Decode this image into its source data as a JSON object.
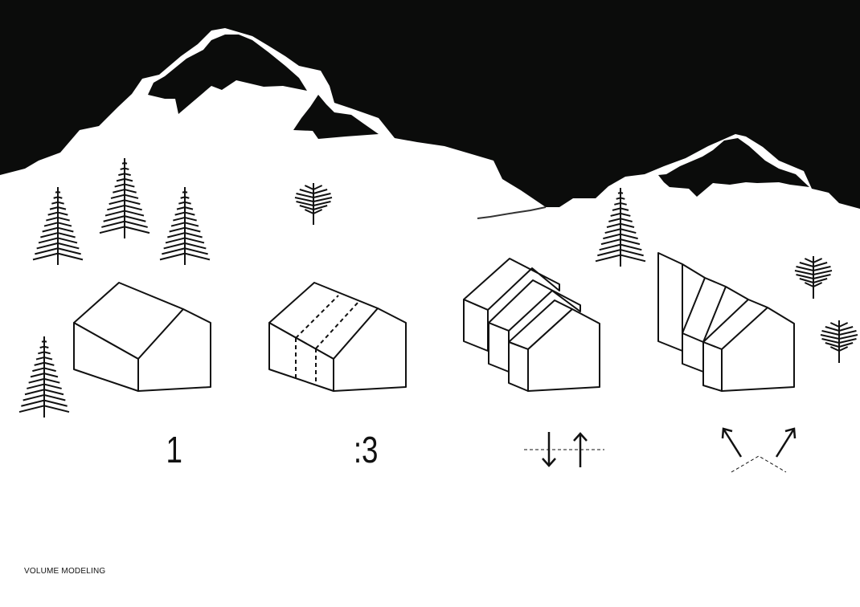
{
  "title": "VOLUME MODELING",
  "steps": [
    {
      "label": "1",
      "icon": "single-house"
    },
    {
      "label": ":3",
      "icon": "house-divided-in-three"
    },
    {
      "label": "",
      "icon": "shift-up-down-arrows"
    },
    {
      "label": "",
      "icon": "splay-outward-arrows"
    }
  ],
  "colors": {
    "sky": "#0b0c0b",
    "ground": "#ffffff",
    "line": "#111111"
  }
}
